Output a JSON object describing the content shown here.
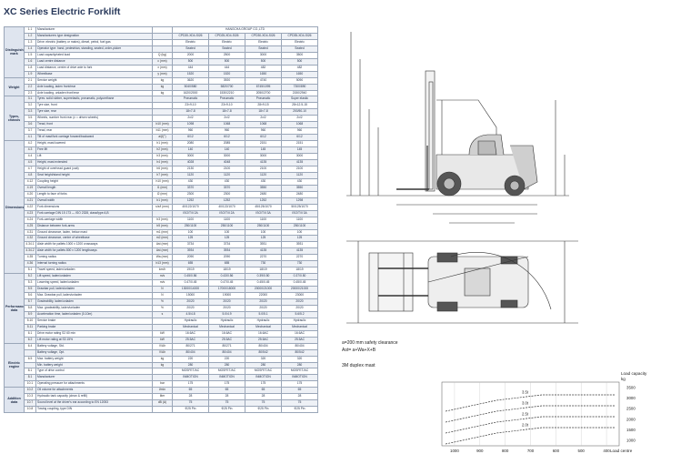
{
  "title": "XC Series Electric Forklift",
  "table": {
    "header_rows": [
      {
        "num": "1.1",
        "desc": "Manufacturer",
        "unit": "",
        "vals": [
          "HANGCHA GROUP CO.,LTD"
        ],
        "span": true
      },
      {
        "num": "1.2",
        "desc": "Manufacturers type designation",
        "unit": "",
        "vals": [
          "CPD20-XD4-SI26",
          "CPD25-XD4-SI26",
          "CPD30-XD4-SI26",
          "CPD35-XD4-SI26"
        ]
      },
      {
        "num": "1.3",
        "desc": "Drive: electric (battery or mains), diesel, petrol, fuel gas",
        "unit": "",
        "vals": [
          "Electric",
          "Electric",
          "Electric",
          "Electric"
        ]
      },
      {
        "num": "1.4",
        "desc": "Operator type: hand, pedestrian, standing, seated, order-picker",
        "unit": "",
        "vals": [
          "Seated",
          "Seated",
          "Seated",
          "Seated"
        ]
      },
      {
        "num": "1.5",
        "desc": "Load capacity/rated load",
        "unit": "Q (kg)",
        "vals": [
          "2000",
          "2500",
          "3000",
          "3500"
        ]
      },
      {
        "num": "1.6",
        "desc": "Load centre distance",
        "unit": "c (mm)",
        "vals": [
          "500",
          "500",
          "500",
          "500"
        ]
      },
      {
        "num": "1.8",
        "desc": "Load distance, centre of drive axle to fork",
        "unit": "x (mm)",
        "vals": [
          "444",
          "444",
          "482",
          "482"
        ]
      },
      {
        "num": "1.9",
        "desc": "Wheelbase",
        "unit": "y (mm)",
        "vals": [
          "1520",
          "1520",
          "1650",
          "1650"
        ]
      }
    ],
    "groups": [
      {
        "name": "Distinguishing mark",
        "start": 0,
        "count": 8
      },
      {
        "name": "Weight",
        "start": 8,
        "count": 3
      },
      {
        "name": "Types, chassis",
        "start": 11,
        "count": 7
      },
      {
        "name": "Dimensions",
        "start": 18,
        "count": 21
      },
      {
        "name": "Performance data",
        "start": 39,
        "count": 11
      },
      {
        "name": "Electric engine",
        "start": 50,
        "count": 7
      },
      {
        "name": "Addition data",
        "start": 57,
        "count": 5
      }
    ],
    "rows": [
      {
        "num": "2.1",
        "desc": "Service weight",
        "unit": "kg",
        "vals": [
          "3620",
          "3920",
          "4740",
          "5090"
        ]
      },
      {
        "num": "2.2",
        "desc": "Axle loading, laden front/rear",
        "unit": "kg",
        "vals": [
          "5040/580",
          "5820/700",
          "6745/1095",
          "7300/890"
        ]
      },
      {
        "num": "2.3",
        "desc": "Axle loading, unladen front/rear",
        "unit": "kg",
        "vals": [
          "1620/2000",
          "1530/2210",
          "2050/2700",
          "2150/2940"
        ]
      },
      {
        "num": "3.1",
        "desc": "Tyres: solid rubber, superelastic, pneumatic, polyurethane",
        "unit": "",
        "vals": [
          "Pneumatic",
          "Pneumatic",
          "Pneumatic",
          "Super elastic"
        ]
      },
      {
        "num": "3.2",
        "desc": "Tyre size, front",
        "unit": "",
        "vals": [
          "23×9-10",
          "23×9-10",
          "28×9-15",
          "28×12.5-15"
        ]
      },
      {
        "num": "3.3",
        "desc": "Tyre size, rear",
        "unit": "",
        "vals": [
          "18×7-8",
          "18×7-8",
          "18×7-8",
          "200/50-10"
        ]
      },
      {
        "num": "3.5",
        "desc": "Wheels, number front rear (x = driven wheels)",
        "unit": "",
        "vals": [
          "2x/2",
          "2x/2",
          "2x/2",
          "2x/2"
        ]
      },
      {
        "num": "3.6",
        "desc": "Tread, front",
        "unit": "b10 (mm)",
        "vals": [
          "1098",
          "1068",
          "1068",
          "1068"
        ]
      },
      {
        "num": "3.7",
        "desc": "Tread, rear",
        "unit": "b11 (mm)",
        "vals": [
          "960",
          "960",
          "960",
          "960"
        ]
      },
      {
        "num": "4.1",
        "desc": "Tilt of mast/fork carriage forward/backward",
        "unit": "a/β(°)",
        "vals": [
          "6/12",
          "6/12",
          "6/12",
          "6/12"
        ]
      },
      {
        "num": "4.2",
        "desc": "Height, mast lowered",
        "unit": "h1 (mm)",
        "vals": [
          "2080",
          "2085",
          "2151",
          "2151"
        ]
      },
      {
        "num": "4.3",
        "desc": "Free lift",
        "unit": "h2 (mm)",
        "vals": [
          "140",
          "140",
          "145",
          "145"
        ]
      },
      {
        "num": "4.4",
        "desc": "Lift",
        "unit": "h3 (mm)",
        "vals": [
          "3000",
          "3000",
          "3000",
          "3000"
        ]
      },
      {
        "num": "4.5",
        "desc": "Height, mast extended",
        "unit": "h4 (mm)",
        "vals": [
          "4028",
          "4048",
          "4135",
          "4135"
        ]
      },
      {
        "num": "4.7",
        "desc": "Height of overhead guard (cab)",
        "unit": "h6 (mm)",
        "vals": [
          "2130",
          "2100",
          "2100",
          "2100"
        ]
      },
      {
        "num": "4.8",
        "desc": "Seat height/stand height",
        "unit": "h7 (mm)",
        "vals": [
          "1120",
          "1120",
          "1120",
          "1120"
        ]
      },
      {
        "num": "4.12",
        "desc": "Coupling height",
        "unit": "h10 (mm)",
        "vals": [
          "430",
          "430",
          "430",
          "430"
        ]
      },
      {
        "num": "4.19",
        "desc": "Overall length",
        "unit": "l1 (mm)",
        "vals": [
          "3370",
          "3370",
          "3550",
          "3550"
        ]
      },
      {
        "num": "4.20",
        "desc": "Length to face of forks",
        "unit": "l2 (mm)",
        "vals": [
          "2300",
          "2300",
          "2480",
          "2480"
        ]
      },
      {
        "num": "4.21",
        "desc": "Overall width",
        "unit": "b1 (mm)",
        "vals": [
          "1252",
          "1252",
          "1252",
          "1298"
        ]
      },
      {
        "num": "4.22",
        "desc": "Fork dimensions",
        "unit": "s/e/l (mm)",
        "vals": [
          "40/122/1070",
          "40/122/1070",
          "45/125/1070",
          "50/125/1070"
        ]
      },
      {
        "num": "4.23",
        "desc": "Fork carriage DIN 15 173 — ISO 2328, class/type A,B",
        "unit": "",
        "vals": [
          "ISO/T/II 2A",
          "ISO/T/II 2A",
          "ISO/T/II 3A",
          "ISO/T/II 3A"
        ]
      },
      {
        "num": "4.24",
        "desc": "Fork-carriage width",
        "unit": "b3 (mm)",
        "vals": [
          "1100",
          "1100",
          "1100",
          "1100"
        ]
      },
      {
        "num": "4.25",
        "desc": "Distance between fork-arms",
        "unit": "b5 (mm)",
        "vals": [
          "250/1100",
          "250/1100",
          "250/1100",
          "250/1100"
        ]
      },
      {
        "num": "4.31",
        "desc": "Ground clearance, laden, below mast",
        "unit": "m1 (mm)",
        "vals": [
          "100",
          "100",
          "100",
          "100"
        ]
      },
      {
        "num": "4.32",
        "desc": "Ground clearance, centre of wheelbase",
        "unit": "m2 (mm)",
        "vals": [
          "125",
          "125",
          "125",
          "125"
        ]
      },
      {
        "num": "4.34.1",
        "desc": "Aisle width for pallets 1000 x 1200 crossways",
        "unit": "Ast (mm)",
        "vals": [
          "3734",
          "3734",
          "3931",
          "3931"
        ]
      },
      {
        "num": "4.34.2",
        "desc": "Aisle width for pallets 800 x 1200 lengthways",
        "unit": "Ast (mm)",
        "vals": [
          "3934",
          "3934",
          "4135",
          "4135"
        ]
      },
      {
        "num": "4.35",
        "desc": "Turning radius",
        "unit": "Wa (mm)",
        "vals": [
          "2090",
          "2090",
          "2270",
          "2270"
        ]
      },
      {
        "num": "4.36",
        "desc": "Internal turning radius",
        "unit": "b13 (mm)",
        "vals": [
          "655",
          "655",
          "730",
          "730"
        ]
      },
      {
        "num": "5.1",
        "desc": "Travel speed, laden/unladen",
        "unit": "km/h",
        "vals": [
          "19/19",
          "18/19",
          "18/19",
          "18/19"
        ]
      },
      {
        "num": "5.2",
        "desc": "Lift speed, laden/unladen",
        "unit": "m/s",
        "vals": [
          "0.45/0.56",
          "0.43/0.56",
          "0.39/0.50",
          "0.37/0.50"
        ]
      },
      {
        "num": "5.3",
        "desc": "Lowering speed, laden/unladen",
        "unit": "m/s",
        "vals": [
          "0.47/0.45",
          "0.47/0.45",
          "0.45/0.45",
          "0.45/0.45"
        ]
      },
      {
        "num": "5.5",
        "desc": "Drawbar pull, laden/unladen",
        "unit": "N",
        "vals": [
          "13000/14000",
          "17000/18000",
          "20000/21000",
          "20000/21000"
        ]
      },
      {
        "num": "5.6",
        "desc": "Max. Drawbar pull, laden/unladen",
        "unit": "N",
        "vals": [
          "15000",
          "19000",
          "22000",
          "23000"
        ]
      },
      {
        "num": "5.7",
        "desc": "Gradeability, laden/unladen",
        "unit": "%",
        "vals": [
          "20/20",
          "20/20",
          "20/20",
          "20/20"
        ]
      },
      {
        "num": "5.8",
        "desc": "Max. gradeability, laden/unladen",
        "unit": "%",
        "vals": [
          "20/20",
          "20/20",
          "20/20",
          "20/20"
        ]
      },
      {
        "num": "5.9",
        "desc": "Acceleration time, laden/unladen (0-10m)",
        "unit": "s",
        "vals": [
          "4.5/4.8",
          "5.0/4.9",
          "5.0/5.1",
          "5.6/5.2"
        ]
      },
      {
        "num": "5.10",
        "desc": "Service brake",
        "unit": "",
        "vals": [
          "Hydraulic",
          "Hydraulic",
          "Hydraulic",
          "Hydraulic"
        ]
      },
      {
        "num": "5.11",
        "desc": "Parking brake",
        "unit": "",
        "vals": [
          "Mechanical",
          "Mechanical",
          "Mechanical",
          "Mechanical"
        ]
      },
      {
        "num": "6.1",
        "desc": "Drive motor rating S2 60 min",
        "unit": "kW",
        "vals": [
          "16.6AC",
          "16.6AC",
          "16.6AC",
          "16.6AC"
        ]
      },
      {
        "num": "6.2",
        "desc": "Lift motor rating at S3 15%",
        "unit": "kW",
        "vals": [
          "25.5AC",
          "25.5AC",
          "25.5AC",
          "25.5AC"
        ]
      },
      {
        "num": "6.4",
        "desc": "Battery voltage, Std.",
        "unit": "V/Ah",
        "vals": [
          "80/271",
          "80/271",
          "80/404",
          "80/404"
        ]
      },
      {
        "num": "",
        "desc": "Battery voltage, Opt.",
        "unit": "V/Ah",
        "vals": [
          "80/404",
          "80/404",
          "80/542",
          "80/542"
        ]
      },
      {
        "num": "6.5",
        "desc": "Max. battery weight",
        "unit": "kg",
        "vals": [
          "220",
          "220",
          "320",
          "320"
        ]
      },
      {
        "num": "",
        "desc": "Min. battery weight",
        "unit": "kg",
        "vals": [
          "280",
          "280",
          "280",
          "280"
        ]
      },
      {
        "num": "8.1",
        "desc": "Type of drive control",
        "unit": "",
        "vals": [
          "MOSFET/AC",
          "MOSFET/AC",
          "MOSFET/AC",
          "MOSFET/AC"
        ]
      },
      {
        "num": "8.1",
        "desc": "Manufacturer",
        "unit": "",
        "vals": [
          "INMOTION",
          "INMOTION",
          "INMOTION",
          "INMOTION"
        ]
      },
      {
        "num": "10.1",
        "desc": "Operating pressure for attachments",
        "unit": "bar",
        "vals": [
          "175",
          "175",
          "175",
          "175"
        ]
      },
      {
        "num": "10.2",
        "desc": "Oil volume for attachments",
        "unit": "l/min",
        "vals": [
          "65",
          "65",
          "65",
          "65"
        ]
      },
      {
        "num": "10.3",
        "desc": "Hydraulic tank capacity (clean & refill)",
        "unit": "liter",
        "vals": [
          "28",
          "28",
          "28",
          "28"
        ]
      },
      {
        "num": "10.7",
        "desc": "Sound level at the driver's ear according to EN 12053",
        "unit": "dB (A)",
        "vals": [
          "75",
          "75",
          "75",
          "75"
        ]
      },
      {
        "num": "10.8",
        "desc": "Towing coupling, type DIN",
        "unit": "",
        "vals": [
          "Φ25 Pin",
          "Φ25 Pin",
          "Φ25 Pin",
          "Φ25 Pin"
        ]
      }
    ]
  },
  "notes": {
    "clearance_line1": "a=200 mm safety clearance",
    "clearance_line2": "Ast= a+Wa+X+B",
    "mast_caption": "3M duplex mast"
  },
  "chart_data": {
    "type": "line",
    "title": "3M duplex mast",
    "xlabel": "Load centre",
    "ylabel": "Load capacity",
    "ylabel_unit": "kg",
    "x": [
      1000,
      800,
      900,
      600,
      700,
      500,
      400
    ],
    "x_ticks": [
      "1000",
      "900",
      "800",
      "700",
      "600",
      "500",
      "400"
    ],
    "y_ticks": [
      "3500",
      "3000",
      "2500",
      "2000",
      "1500",
      "1000"
    ],
    "ylim": [
      1000,
      3500
    ],
    "series": [
      {
        "name": "3.5t",
        "label": "3.5t"
      },
      {
        "name": "3.0t",
        "label": "3.0t"
      },
      {
        "name": "2.5t",
        "label": "2.5t"
      },
      {
        "name": "2.0t",
        "label": "2.0t"
      }
    ]
  }
}
